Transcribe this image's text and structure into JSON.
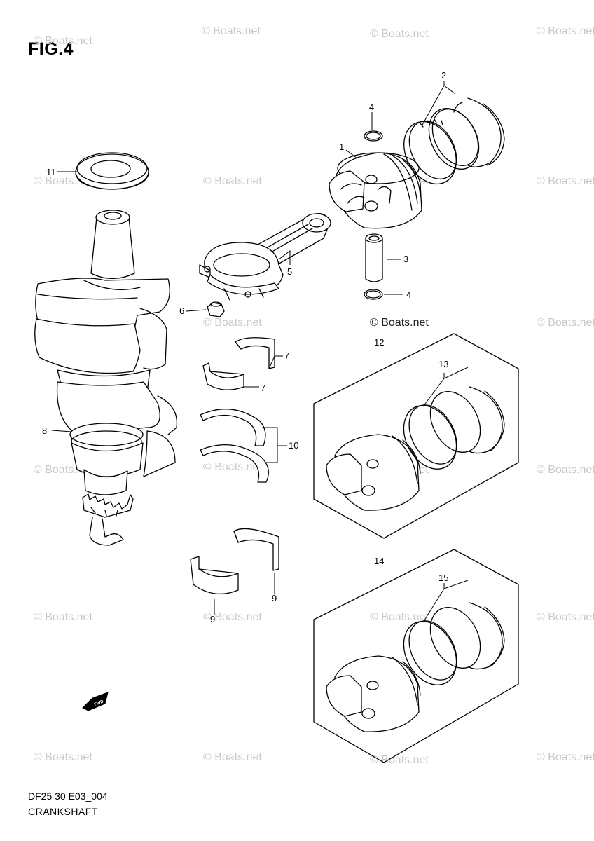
{
  "figure": {
    "title": "FIG.4"
  },
  "footer": {
    "code": "DF25 30 E03_004",
    "name": "CRANKSHAFT"
  },
  "watermark": {
    "text": "© Boats.net"
  },
  "callouts": {
    "c1": "1",
    "c2": "2",
    "c3": "3",
    "c4a": "4",
    "c4b": "4",
    "c5": "5",
    "c6": "6",
    "c7a": "7",
    "c7b": "7",
    "c8": "8",
    "c9a": "9",
    "c9b": "9",
    "c10": "10",
    "c11": "11",
    "c12": "12",
    "c13": "13",
    "c14": "14",
    "c15": "15"
  },
  "badge": {
    "fwd": "FWD"
  },
  "colors": {
    "line": "#000000",
    "watermark": "#c8c8c8",
    "background": "#ffffff"
  }
}
